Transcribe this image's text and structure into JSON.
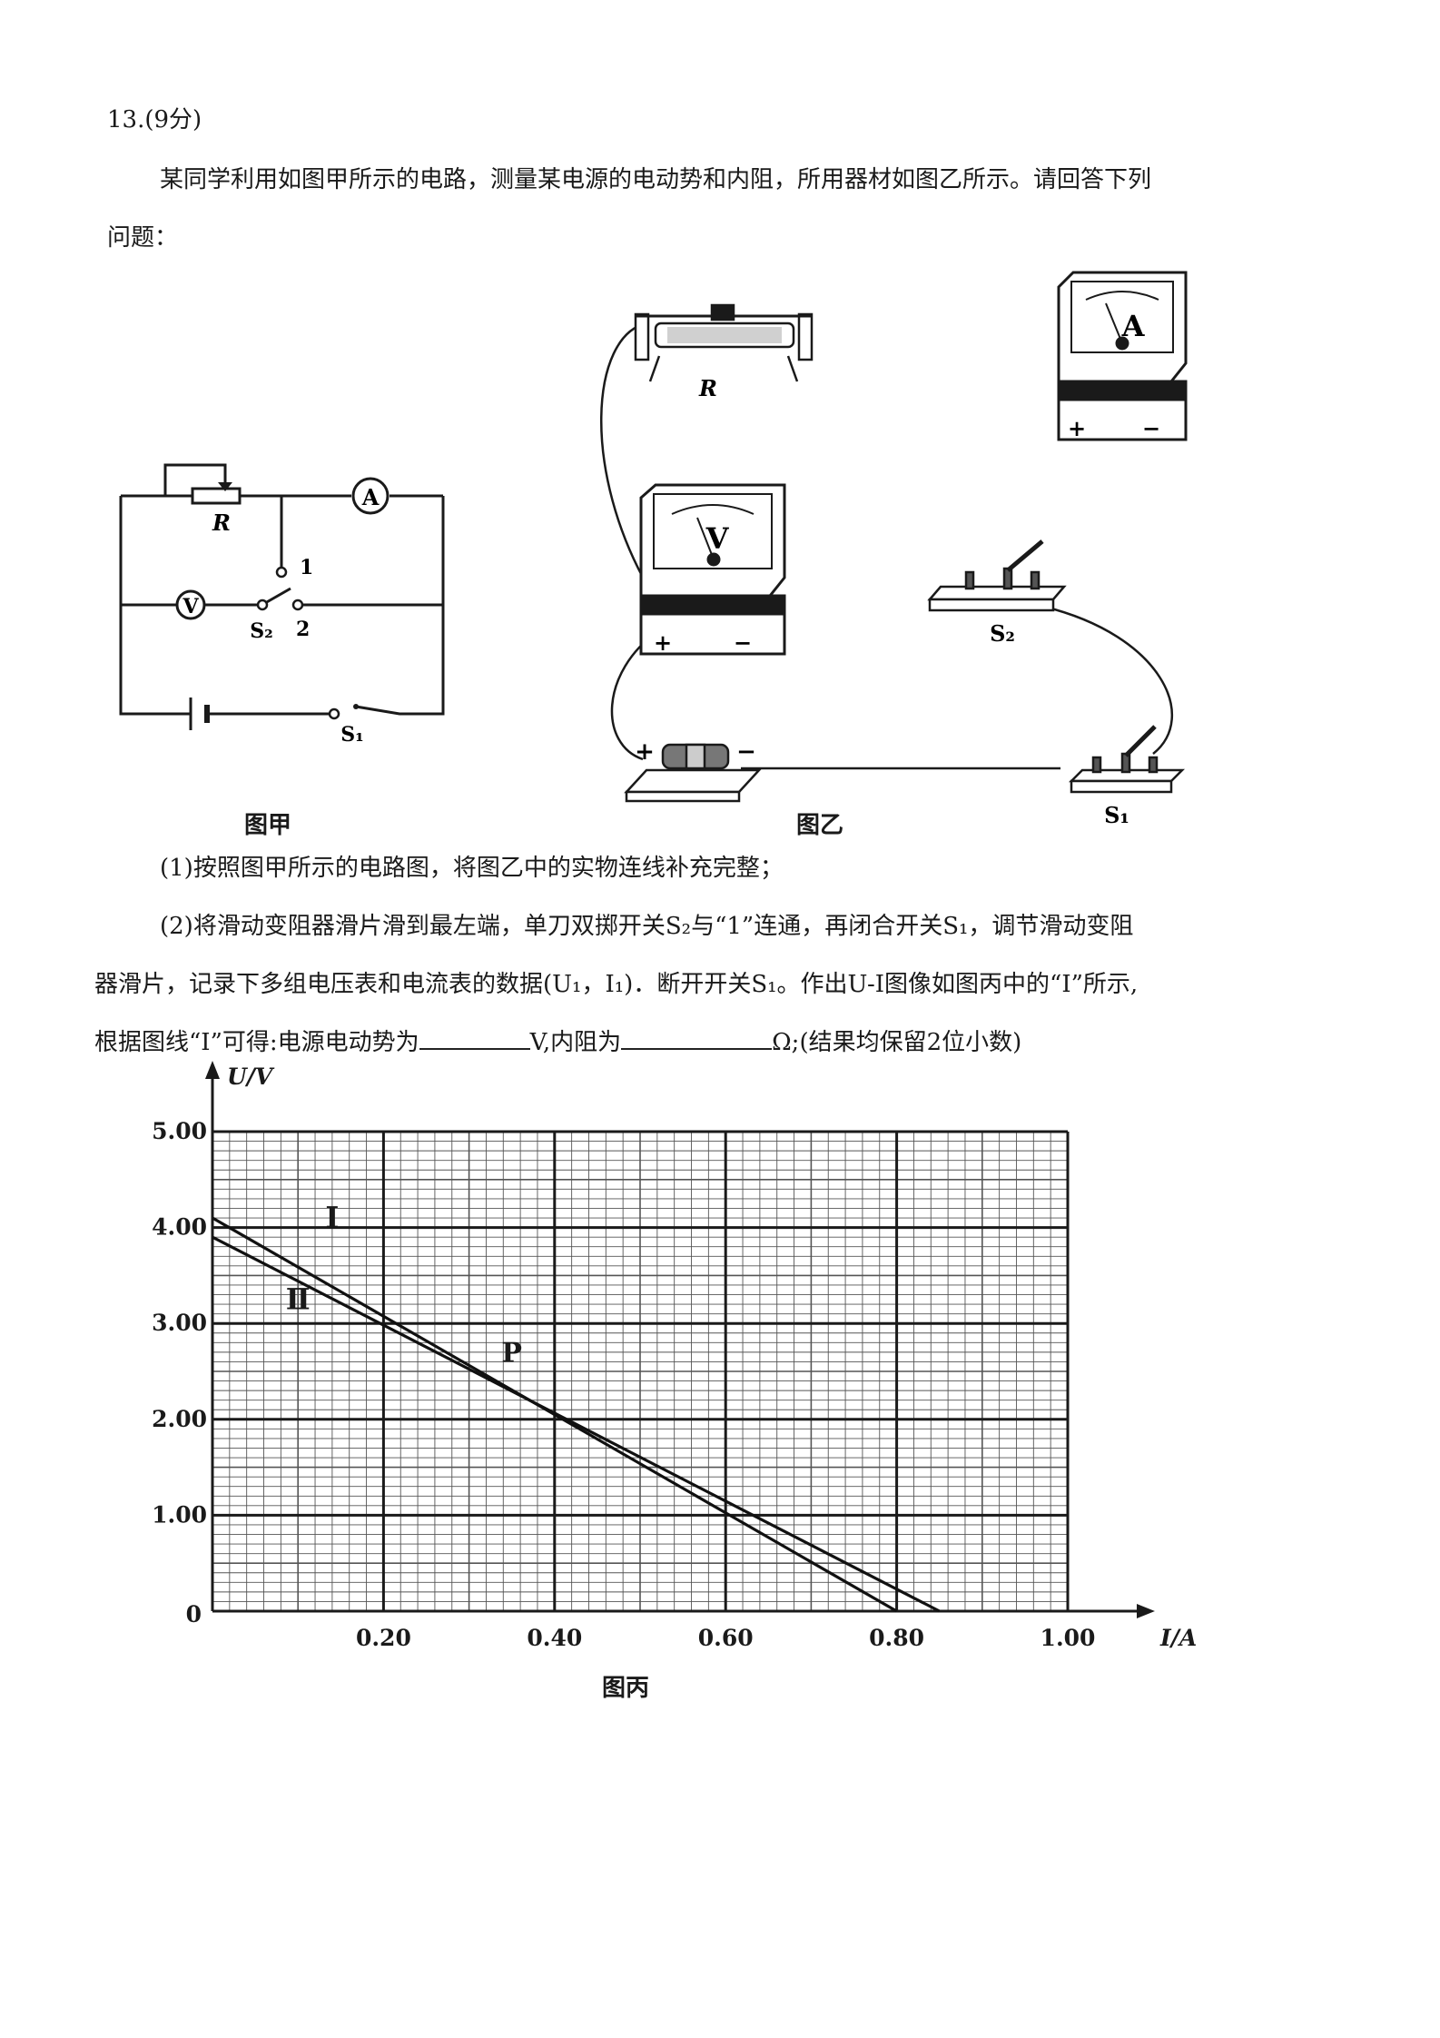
{
  "question": {
    "header": "13.(9分)",
    "intro_line1": "某同学利用如图甲所示的电路，测量某电源的电动势和内阻，所用器材如图乙所示。请回答下列",
    "intro_line2": "问题：",
    "part1": "(1)按照图甲所示的电路图，将图乙中的实物连线补充完整；",
    "part2_line1": "(2)将滑动变阻器滑片滑到最左端，单刀双掷开关S₂与“1”连通，再闭合开关S₁，调节滑动变阻",
    "part2_line2": "器滑片，记录下多组电压表和电流表的数据(U₁，I₁)．断开开关S₁。作出U-I图像如图丙中的“I”所示,",
    "part2_line3a": "根据图线“I”可得:电源电动势为",
    "part2_line3b": "V,内阻为",
    "part2_line3c": "Ω;(结果均保留2位小数)"
  },
  "figures": {
    "circuit": {
      "caption": "图甲",
      "labels": {
        "R": "R",
        "A": "A",
        "V": "V",
        "S2": "S₂",
        "S1": "S₁",
        "pos1": "1",
        "pos2": "2"
      }
    },
    "apparatus": {
      "caption": "图乙",
      "labels": {
        "R": "R",
        "A": "A",
        "V": "V",
        "S2": "S₂",
        "S1": "S₁",
        "plus": "+",
        "minus": "−"
      }
    },
    "graph": {
      "caption": "图丙"
    }
  },
  "chart_data": {
    "type": "line",
    "xlabel": "I/A",
    "ylabel": "U/V",
    "xlim": [
      0,
      1.0
    ],
    "ylim": [
      0,
      5.0
    ],
    "x_ticks": [
      "0.20",
      "0.40",
      "0.60",
      "0.80",
      "1.00"
    ],
    "y_ticks": [
      "1.00",
      "2.00",
      "3.00",
      "4.00",
      "5.00"
    ],
    "origin_label": "0",
    "grid": true,
    "series": [
      {
        "name": "I",
        "x": [
          0,
          0.8
        ],
        "y": [
          4.1,
          0
        ]
      },
      {
        "name": "Ⅱ",
        "x": [
          0,
          0.85
        ],
        "y": [
          3.9,
          0
        ]
      }
    ],
    "annotations": [
      {
        "text": "P",
        "x": 0.35,
        "y": 2.6
      }
    ]
  }
}
